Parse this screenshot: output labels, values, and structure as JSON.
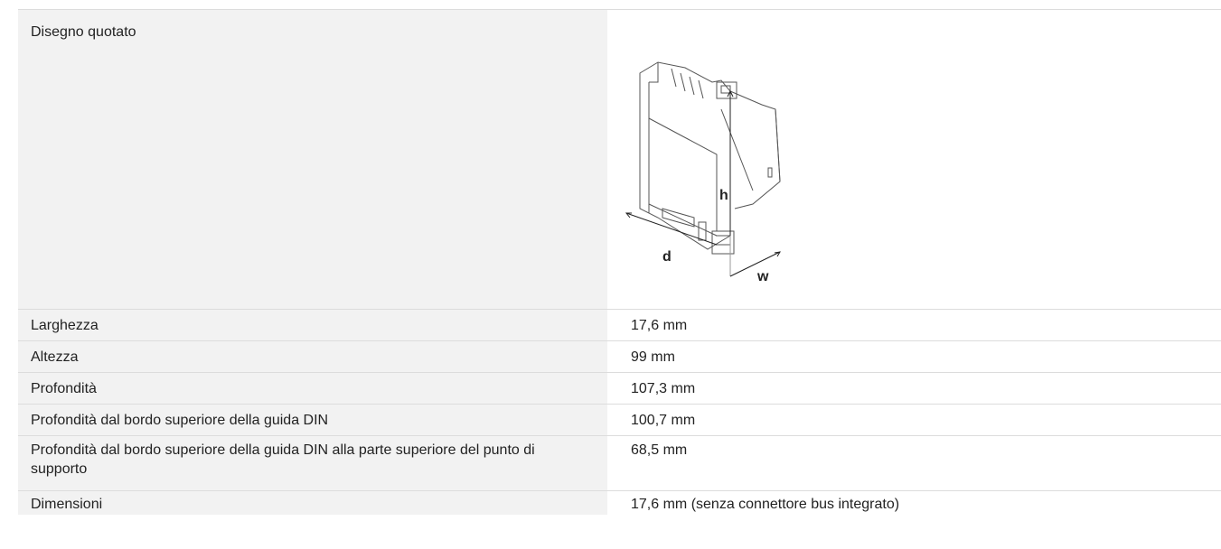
{
  "specs": {
    "drawing_label": "Disegno quotato",
    "drawing_dims": {
      "h": "h",
      "d": "d",
      "w": "w"
    },
    "rows": [
      {
        "label": "Larghezza",
        "value": "17,6 mm"
      },
      {
        "label": "Altezza",
        "value": "99 mm"
      },
      {
        "label": "Profondità",
        "value": "107,3 mm"
      },
      {
        "label": "Profondità dal bordo superiore della guida DIN",
        "value": "100,7 mm"
      },
      {
        "label": "Profondità dal bordo superiore della guida DIN alla parte superiore del punto di supporto",
        "value": "68,5 mm"
      },
      {
        "label": "Dimensioni",
        "value": "17,6 mm (senza connettore bus integrato)"
      }
    ]
  }
}
